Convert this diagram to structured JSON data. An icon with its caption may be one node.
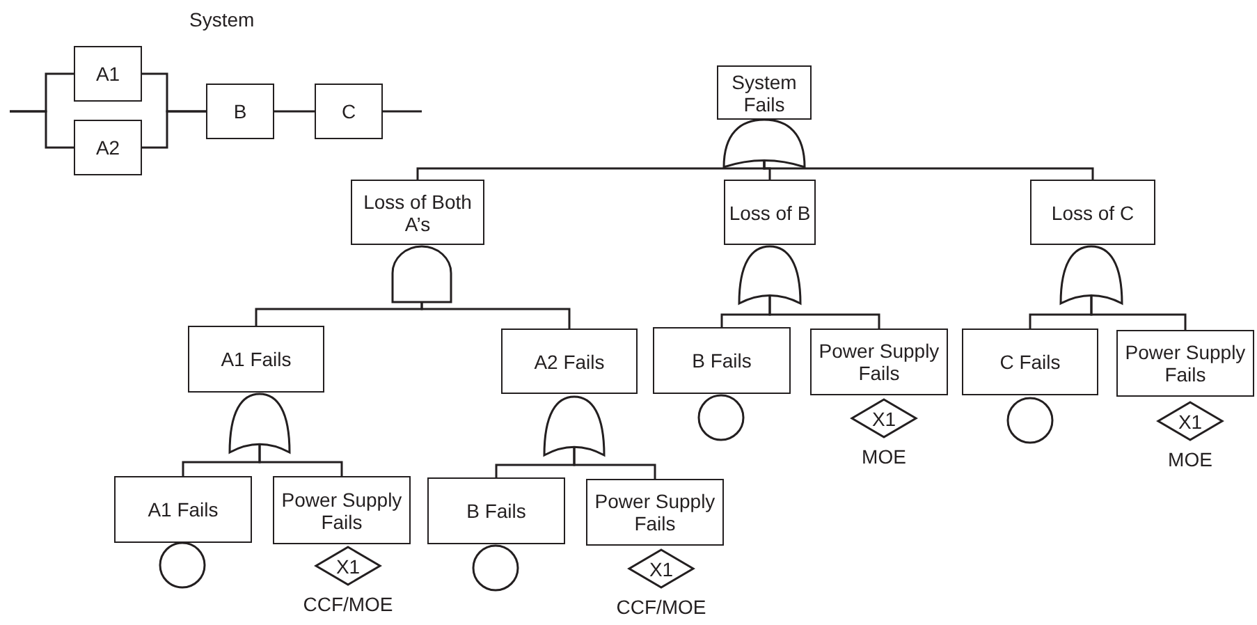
{
  "diagram": {
    "nodes": [
      {
        "text": [
          "A1"
        ]
      },
      {
        "text": [
          "A2"
        ]
      },
      {
        "text": [
          "B"
        ]
      },
      {
        "text": [
          "C"
        ]
      },
      {
        "text": [
          "System Fails"
        ]
      },
      {
        "text": [],
        "shape": "or-gate"
      },
      {
        "text": [
          "Loss of Both A’s"
        ]
      },
      {
        "text": [
          "Loss of B"
        ]
      },
      {
        "text": [
          "Loss of C"
        ]
      },
      {
        "text": [],
        "shape": "and-gate"
      },
      {
        "text": [],
        "shape": "or-gate"
      },
      {
        "text": [],
        "shape": "or-gate"
      },
      {
        "text": [
          "A1 Fails"
        ]
      },
      {
        "text": [
          "A2 Fails"
        ]
      },
      {
        "text": [
          "B Fails"
        ]
      },
      {
        "text": [
          "Power Supply Fails"
        ]
      },
      {
        "text": [
          "C Fails"
        ]
      },
      {
        "text": [
          "Power Supply Fails"
        ]
      },
      {
        "text": [],
        "shape": "or-gate"
      },
      {
        "text": [],
        "shape": "or-gate"
      },
      {
        "text": [],
        "shape": "circle"
      },
      {
        "text": [
          "X1"
        ],
        "beside": [
          "MOE"
        ]
      },
      {
        "text": [],
        "shape": "circle"
      },
      {
        "text": [
          "X1"
        ],
        "beside": [
          "MOE"
        ]
      },
      {
        "text": [
          "A1 Fails"
        ]
      },
      {
        "text": [
          "Power Supply Fails"
        ]
      },
      {
        "text": [
          "B Fails"
        ]
      },
      {
        "text": [
          "Power Supply Fails"
        ]
      },
      {
        "text": [],
        "shape": "circle"
      },
      {
        "text": [
          "X1"
        ],
        "beside": [
          "CCF/MOE"
        ]
      },
      {
        "text": [],
        "shape": "circle"
      },
      {
        "text": [
          "X1"
        ],
        "beside": [
          "CCF/MOE"
        ]
      }
    ],
    "edges": [
      {
        "from": null,
        "to": 0,
        "arrow": "none"
      },
      {
        "from": null,
        "to": 1,
        "arrow": "none"
      },
      {
        "from": 0,
        "to": 2,
        "arrow": "none"
      },
      {
        "from": 1,
        "to": 2,
        "arrow": "none"
      },
      {
        "from": 2,
        "to": 3,
        "arrow": "none"
      },
      {
        "from": 3,
        "to": null,
        "arrow": "none"
      },
      {
        "from": 5,
        "to": 6,
        "arrow": "none"
      },
      {
        "from": 5,
        "to": 7,
        "arrow": "none"
      },
      {
        "from": 5,
        "to": 8,
        "arrow": "none"
      },
      {
        "from": 9,
        "to": 12,
        "arrow": "none"
      },
      {
        "from": 9,
        "to": 13,
        "arrow": "none"
      },
      {
        "from": 10,
        "to": 14,
        "arrow": "none"
      },
      {
        "from": 10,
        "to": 15,
        "arrow": "none"
      },
      {
        "from": 11,
        "to": 16,
        "arrow": "none"
      },
      {
        "from": 11,
        "to": 17,
        "arrow": "none"
      },
      {
        "from": 18,
        "to": 24,
        "arrow": "none"
      },
      {
        "from": 18,
        "to": 25,
        "arrow": "none"
      },
      {
        "from": 19,
        "to": 26,
        "arrow": "none"
      },
      {
        "from": 19,
        "to": 27,
        "arrow": "none"
      }
    ],
    "labels": [
      "System"
    ]
  }
}
